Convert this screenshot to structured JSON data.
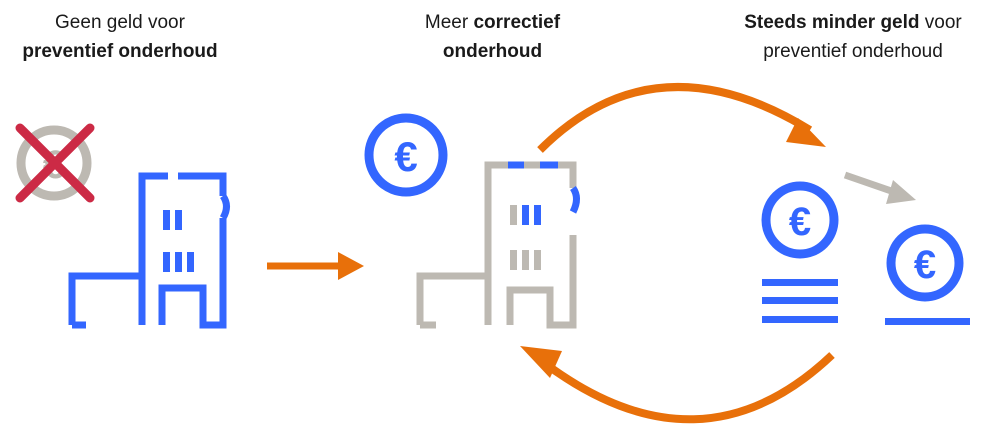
{
  "captions": {
    "left": {
      "line1": "Geen geld voor",
      "line2_bold": "preventief onderhoud"
    },
    "middle": {
      "line1_prefix": "Meer ",
      "line1_bold": "correctief",
      "line2_bold": "onderhoud"
    },
    "right": {
      "line1_bold": "Steeds minder geld",
      "line1_suffix": " voor",
      "line2": "preventief onderhoud"
    }
  },
  "symbols": {
    "currency": "€"
  },
  "icons": {
    "no_money": "crossed-out-coin-icon",
    "building_blue": "building-icon",
    "building_grey": "building-icon",
    "coin": "euro-coin-icon",
    "arrow": "arrow-right-icon",
    "cycle": "cycle-arrows-icon"
  },
  "colors": {
    "blue": "#3366FF",
    "orange": "#E8700A",
    "grey": "#BDB9B2",
    "red": "#CC2A45",
    "text": "#1a1a1a"
  }
}
